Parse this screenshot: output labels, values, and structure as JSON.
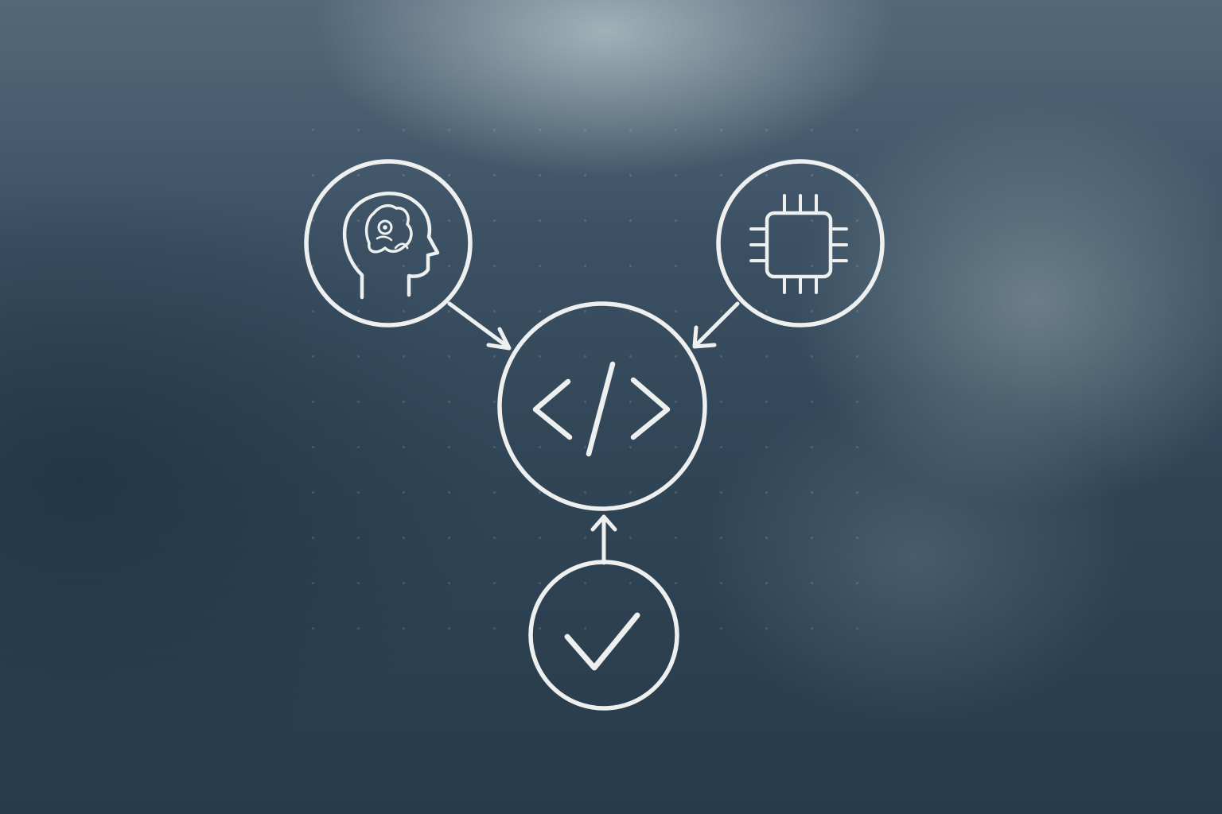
{
  "diagram": {
    "nodes": [
      {
        "id": "human",
        "icon": "human-head-icon"
      },
      {
        "id": "chip",
        "icon": "processor-chip-icon"
      },
      {
        "id": "code",
        "icon": "code-brackets-icon"
      },
      {
        "id": "check",
        "icon": "checkmark-icon"
      }
    ],
    "edges": [
      {
        "from": "human",
        "to": "code"
      },
      {
        "from": "chip",
        "to": "code"
      },
      {
        "from": "check",
        "to": "code"
      }
    ]
  },
  "colors": {
    "stroke": "#eef0f0",
    "background_top": "#55687a",
    "background_bottom": "#283b4a"
  }
}
